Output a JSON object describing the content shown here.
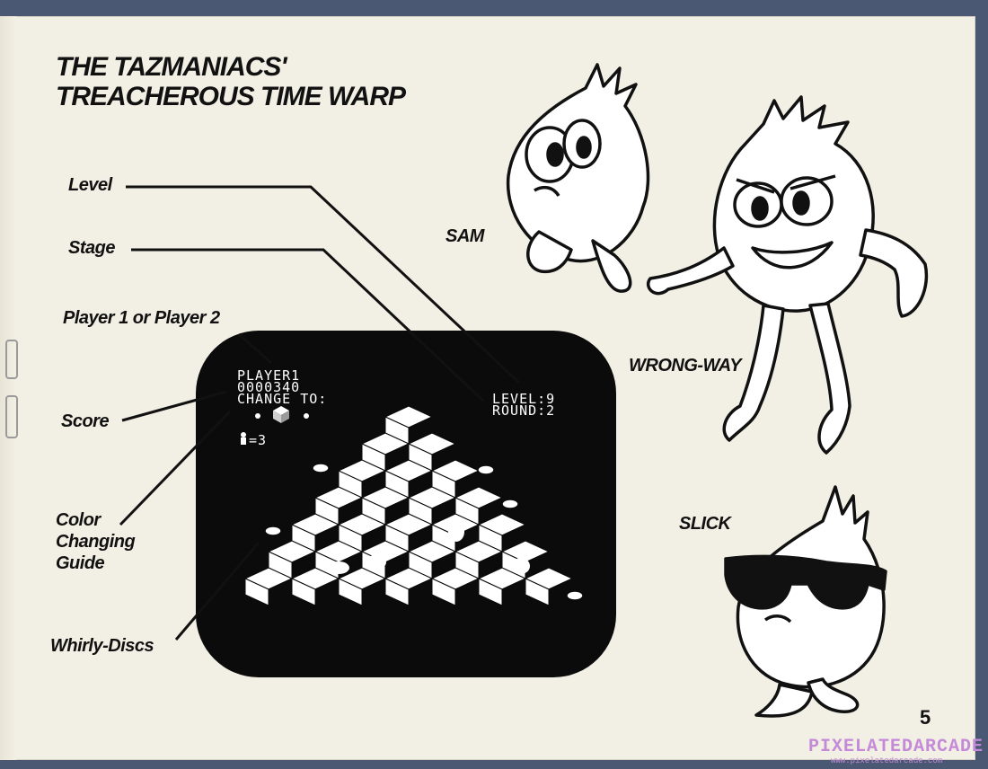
{
  "manual": {
    "title_line1": "THE TAZMANIACS'",
    "title_line2": "TREACHEROUS TIME WARP",
    "page_number": "5"
  },
  "callouts": {
    "level": "Level",
    "stage": "Stage",
    "player": "Player 1 or Player 2",
    "score": "Score",
    "color_guide_line1": "Color",
    "color_guide_line2": "Changing",
    "color_guide_line3": "Guide",
    "discs": "Whirly-Discs"
  },
  "screen": {
    "player": "PLAYER1",
    "score": "0000340",
    "change_to": "CHANGE  TO:",
    "level": "LEVEL:9",
    "round": "ROUND:2",
    "lives": "=3"
  },
  "characters": {
    "sam": "SAM",
    "wrong_way": "WRONG-WAY",
    "slick": "SLICK"
  },
  "watermark": {
    "brand": "PIXELATEDARCADE",
    "url": "www.pixelatedarcade.com"
  }
}
